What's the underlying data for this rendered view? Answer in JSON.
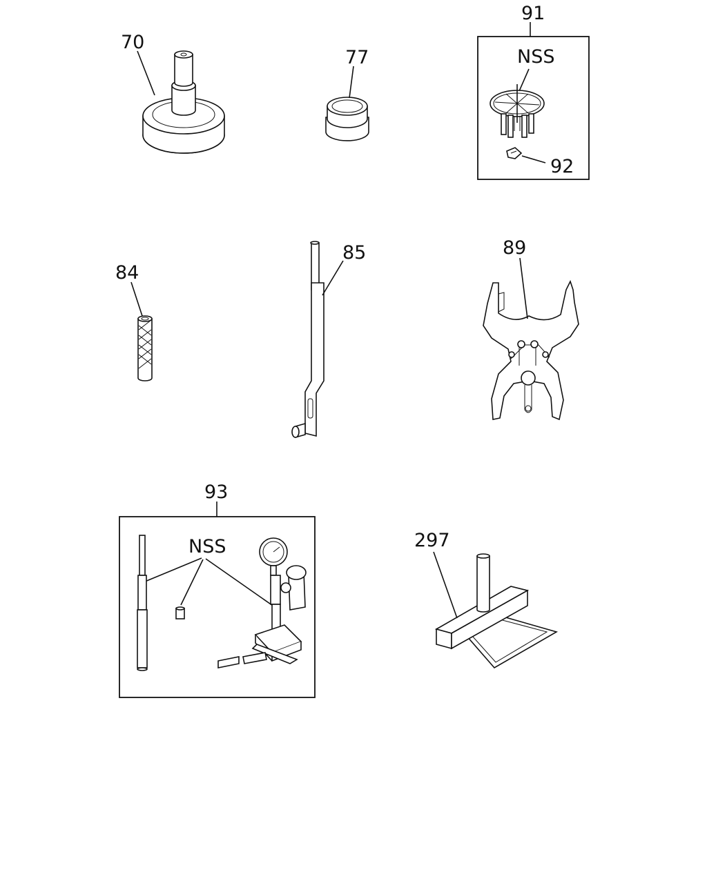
{
  "diagram": {
    "labels": {
      "p70": "70",
      "p77": "77",
      "p91": "91",
      "p91_nss": "NSS",
      "p92": "92",
      "p84": "84",
      "p85": "85",
      "p89": "89",
      "p93": "93",
      "p93_nss": "NSS",
      "p297": "297"
    }
  }
}
